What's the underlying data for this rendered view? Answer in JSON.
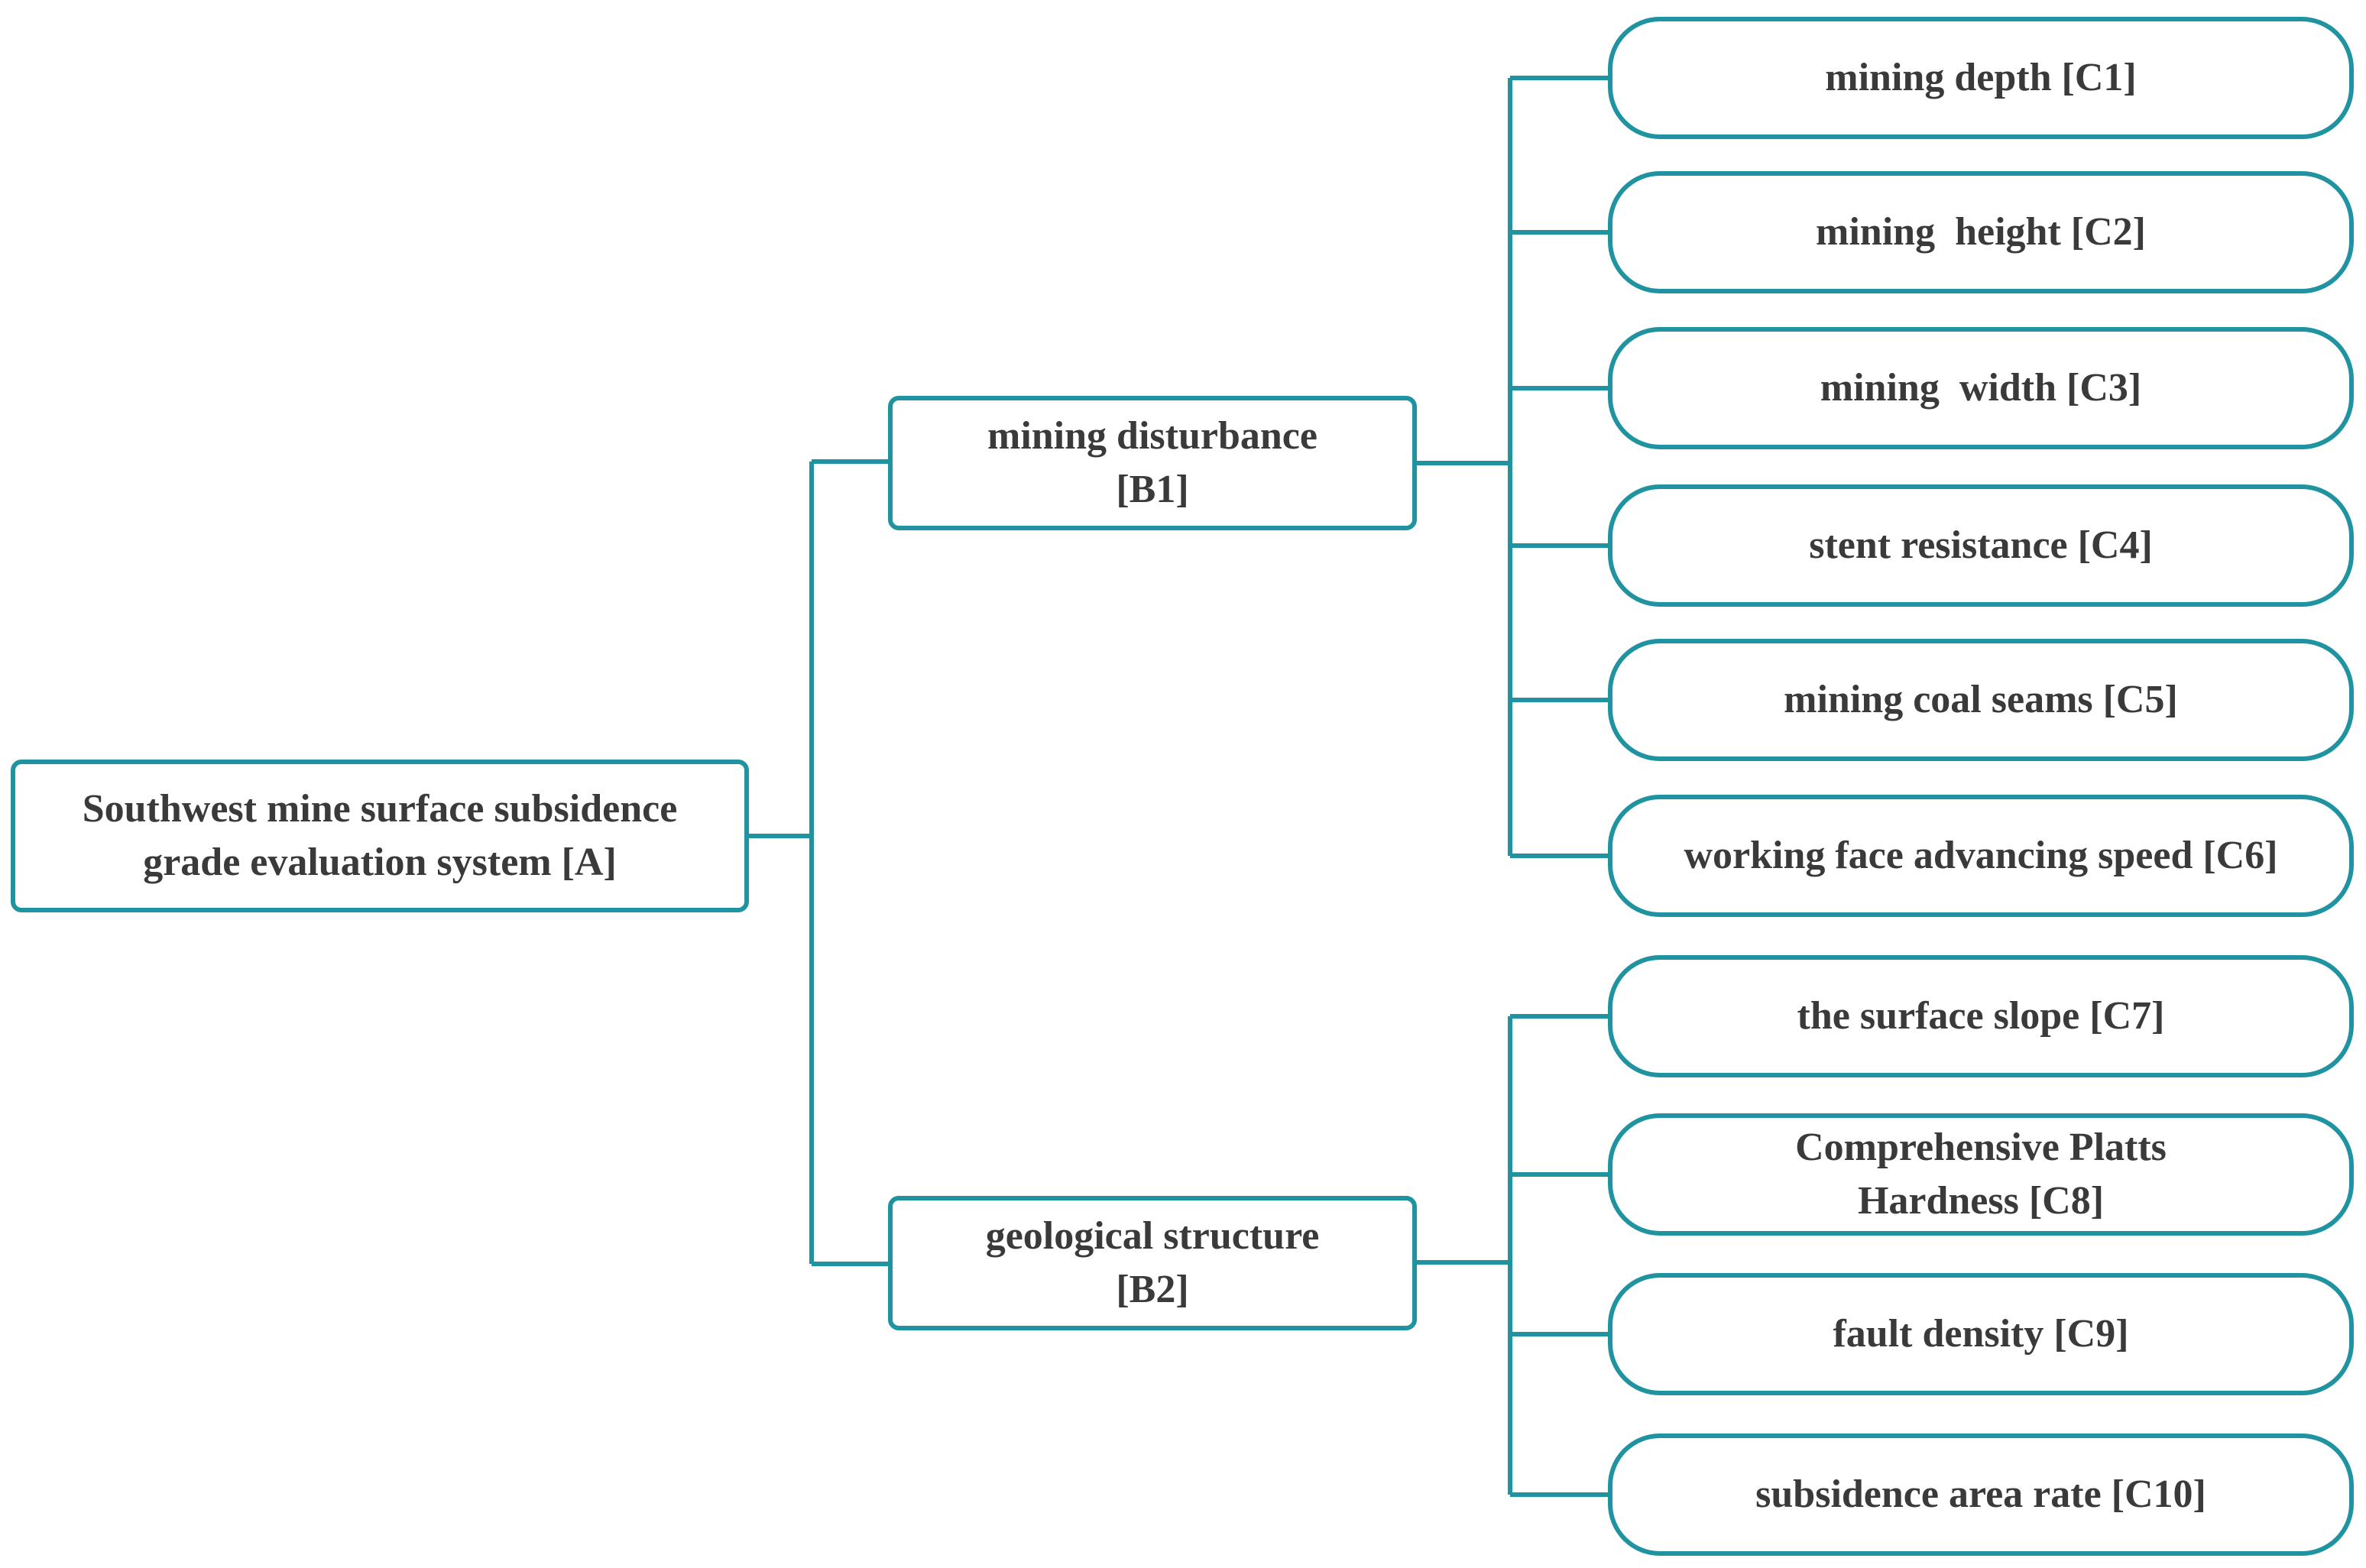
{
  "colors": {
    "stroke": "#1f94a0",
    "text": "#3a3a3a",
    "background": "#ffffff"
  },
  "root": {
    "label": "Southwest mine surface subsidence\ngrade evaluation system [A]"
  },
  "criteria": [
    {
      "label": "mining disturbance\n[B1]",
      "indicators": [
        "mining depth [C1]",
        "mining  height [C2]",
        "mining  width [C3]",
        "stent resistance [C4]",
        "mining coal seams [C5]",
        "working face advancing speed [C6]"
      ]
    },
    {
      "label": "geological structure\n[B2]",
      "indicators": [
        "the surface slope [C7]",
        "Comprehensive Platts\nHardness [C8]",
        "fault density [C9]",
        "subsidence area rate [C10]"
      ]
    }
  ]
}
